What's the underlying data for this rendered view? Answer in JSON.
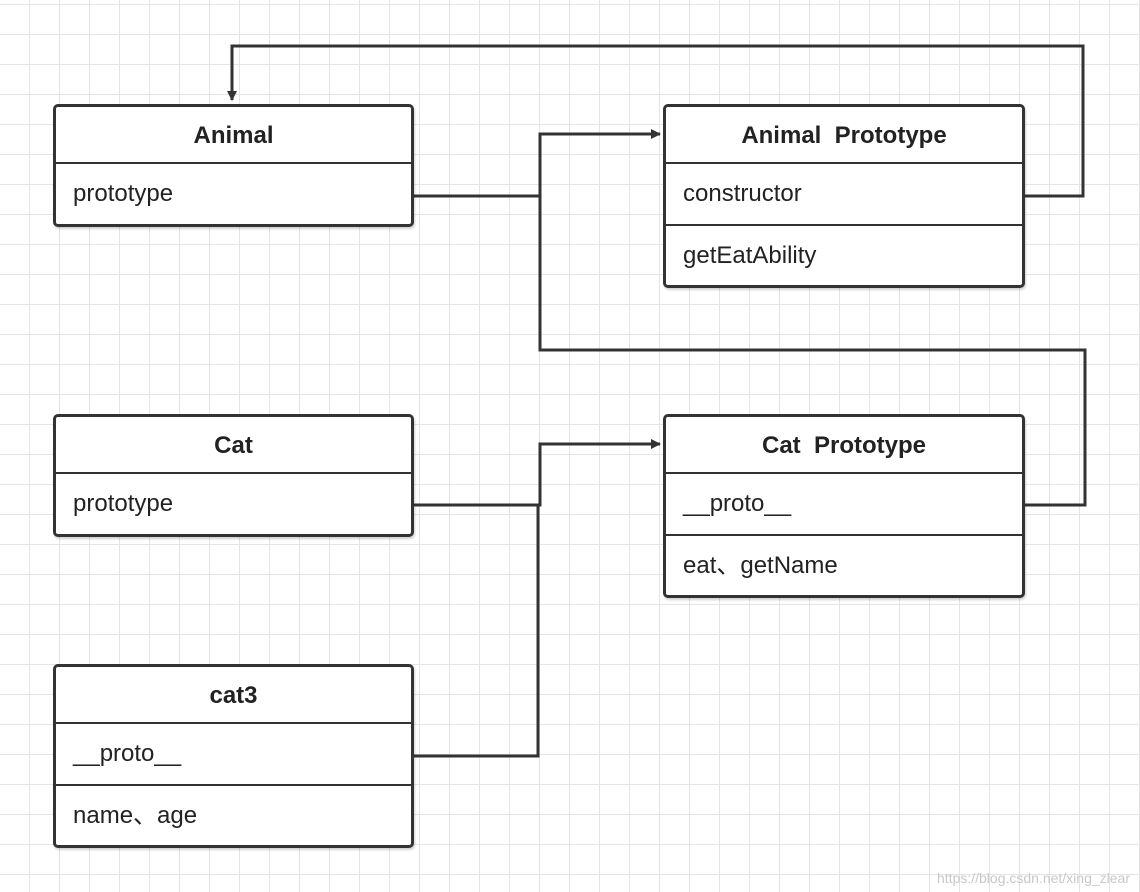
{
  "boxes": {
    "animal": {
      "title": "Animal",
      "rows": [
        "prototype"
      ]
    },
    "animal_prototype": {
      "title": "Animal  Prototype",
      "rows": [
        "constructor",
        "getEatAbility"
      ]
    },
    "cat": {
      "title": "Cat",
      "rows": [
        "prototype"
      ]
    },
    "cat_prototype": {
      "title": "Cat  Prototype",
      "rows": [
        "__proto__",
        "eat、getName"
      ]
    },
    "cat3": {
      "title": "cat3",
      "rows": [
        "__proto__",
        "name、age"
      ]
    }
  },
  "watermark": "https://blog.csdn.net/xing_zlear",
  "colors": {
    "line": "#333333",
    "grid": "#e4e4e4",
    "box_border": "#333333"
  }
}
